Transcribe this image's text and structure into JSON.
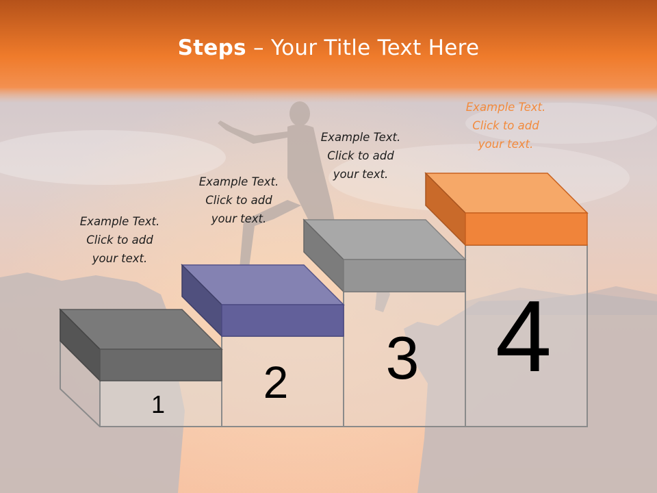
{
  "slide": {
    "title_bold": "Steps",
    "title_rest": " – Your Title Text Here",
    "steps": [
      {
        "number": "1",
        "text_lines": [
          "Example Text.",
          "Click  to add",
          "your text."
        ],
        "color": "#6e6e6e"
      },
      {
        "number": "2",
        "text_lines": [
          "Example Text.",
          "Click  to add",
          "your text."
        ],
        "color": "#6b68a0"
      },
      {
        "number": "3",
        "text_lines": [
          "Example Text.",
          "Click  to add",
          "your text."
        ],
        "color": "#9a9a9a"
      },
      {
        "number": "4",
        "text_lines": [
          "Example Text.",
          "Click  to add",
          "your text."
        ],
        "color": "#f28a3c"
      }
    ]
  }
}
